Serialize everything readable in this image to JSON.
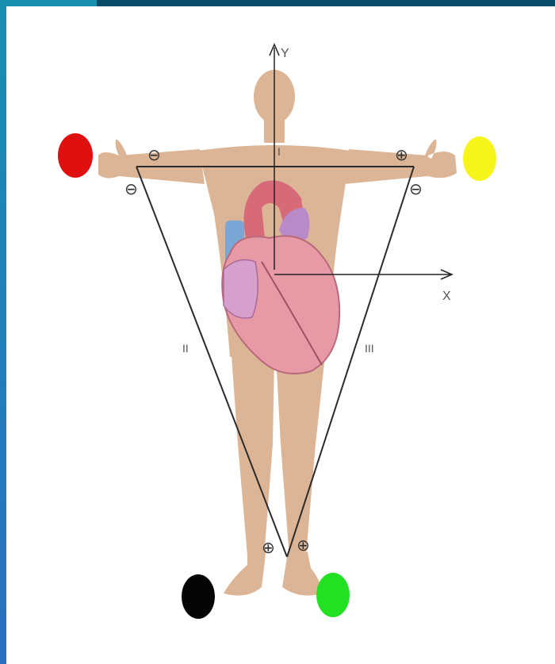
{
  "axes": {
    "y_label": "Y",
    "x_label": "X"
  },
  "leads": {
    "lead1": "I",
    "lead2": "II",
    "lead3": "III"
  },
  "polarity": {
    "negative": "⊖",
    "positive": "⊕"
  },
  "electrodes": [
    {
      "name": "right-arm-electrode",
      "color": "#e01010"
    },
    {
      "name": "left-arm-electrode",
      "color": "#f5f51a"
    },
    {
      "name": "right-leg-electrode",
      "color": "#050505"
    },
    {
      "name": "left-leg-electrode",
      "color": "#22e022"
    }
  ],
  "colors": {
    "skin": "#dcb596",
    "heart": "#e79aa6",
    "aorta": "#d66a78",
    "vessel": "#7aa6d6",
    "frame": "#0a4b6a"
  }
}
